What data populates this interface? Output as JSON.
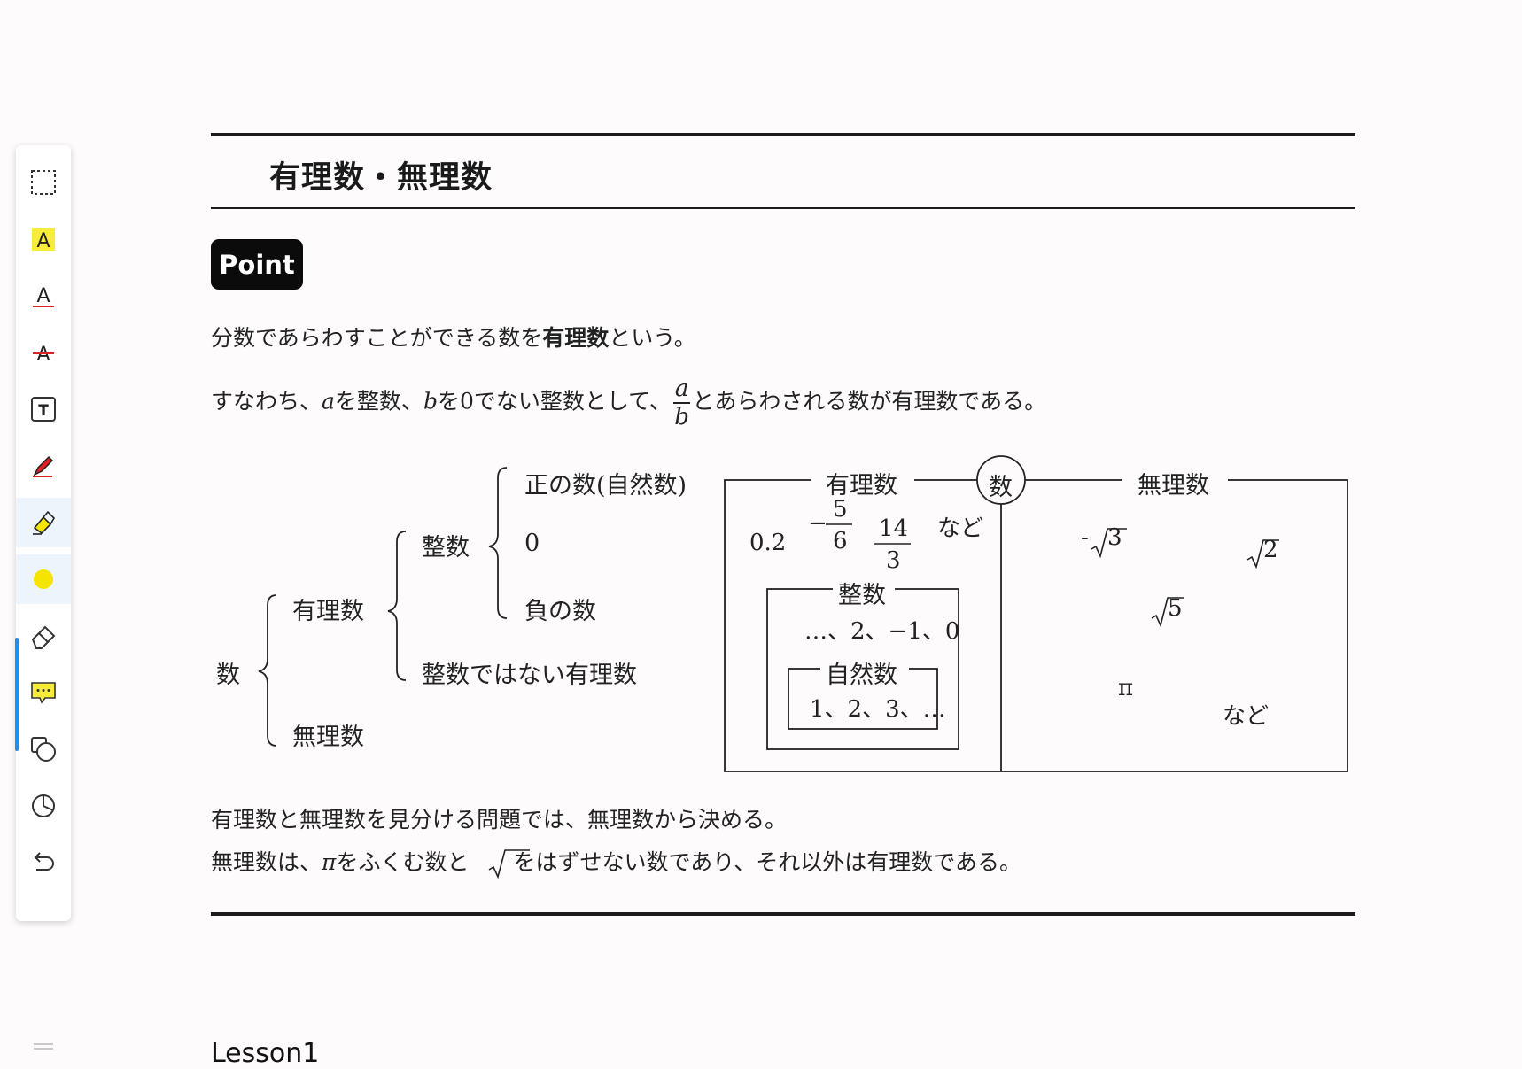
{
  "toolbar": {
    "tools": [
      {
        "name": "selection-tool",
        "icon": "dashed-rectangle-icon"
      },
      {
        "name": "highlight-text-tool",
        "icon": "highlight-a-icon"
      },
      {
        "name": "underline-tool",
        "icon": "underline-a-icon"
      },
      {
        "name": "strikethrough-tool",
        "icon": "strikethrough-a-icon"
      },
      {
        "name": "text-box-tool",
        "icon": "text-box-icon"
      },
      {
        "name": "pen-tool",
        "icon": "pen-icon"
      },
      {
        "name": "highlighter-tool",
        "icon": "highlighter-icon"
      },
      {
        "name": "color-picker",
        "icon": "color-dot-icon"
      },
      {
        "name": "eraser-tool",
        "icon": "eraser-icon"
      },
      {
        "name": "comment-tool",
        "icon": "comment-icon"
      },
      {
        "name": "shape-tool",
        "icon": "shapes-icon"
      },
      {
        "name": "timer-tool",
        "icon": "pie-timer-icon"
      },
      {
        "name": "undo-tool",
        "icon": "undo-icon"
      }
    ],
    "active_tool": "highlighter-tool",
    "active_color": "#f5e400",
    "accent_color": "#1f8fe8"
  },
  "header": {
    "title": "有理数・無理数"
  },
  "point_label": "Point",
  "paragraphs": {
    "definition_pre": "分数であらわすことができる数を",
    "definition_bold": "有理数",
    "definition_post": "という。",
    "formal_1": "すなわち、",
    "formal_a": "a",
    "formal_2": "を整数、",
    "formal_b": "b",
    "formal_3": "を0でない整数として、",
    "formal_4": "とあらわされる数が有理数である。",
    "rule_1": "有理数と無理数を見分ける問題では、無理数から決める。",
    "rule_2a": "無理数は、",
    "rule_2_pi": "π",
    "rule_2b": "をふくむ数と",
    "rule_2c": "をはずせない数であり、それ以外は有理数である。"
  },
  "tree": {
    "root": "数",
    "rational": "有理数",
    "irrational": "無理数",
    "integer": "整数",
    "non_integer": "整数ではない有理数",
    "positive": "正の数(自然数)",
    "zero": "0",
    "negative": "負の数"
  },
  "venn": {
    "center": "数",
    "rational_title": "有理数",
    "irrational_title": "無理数",
    "rational_examples": {
      "decimal": "0.2",
      "frac1_sign": "−",
      "frac1_num": "5",
      "frac1_den": "6",
      "frac2_num": "14",
      "frac2_den": "3",
      "etc": "など"
    },
    "integer_title": "整数",
    "integer_examples": "…、2、−1、0",
    "natural_title": "自然数",
    "natural_examples": "1、2、3、…",
    "irrational_examples": {
      "neg_sqrt3": "3",
      "sqrt2": "2",
      "sqrt5": "5",
      "pi": "π",
      "etc": "など"
    }
  },
  "footer": {
    "next_section": "Lesson1"
  }
}
